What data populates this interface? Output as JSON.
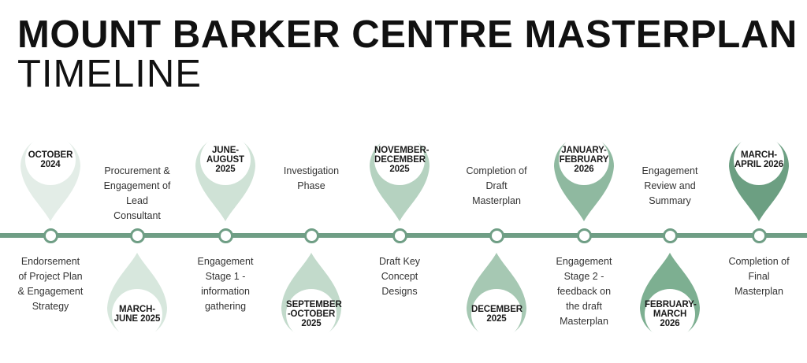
{
  "title": "MOUNT BARKER CENTRE MASTERPLAN",
  "subtitle": "TIMELINE",
  "colors": {
    "line": "#6f9e85",
    "text": "#111111"
  },
  "milestones": [
    {
      "date": "OCTOBER\n2024",
      "description": "Endorsement\nof Project Plan\n& Engagement\nStrategy",
      "color": "#e3ede7"
    },
    {
      "date": "MARCH-\nJUNE 2025",
      "description": "Procurement &\nEngagement of\nLead\nConsultant",
      "color": "#d7e7dd"
    },
    {
      "date": "JUNE-\nAUGUST\n2025",
      "description": "Engagement\nStage 1 -\ninformation\ngathering",
      "color": "#cfe2d6"
    },
    {
      "date": "SEPTEMBER\n-OCTOBER\n2025",
      "description": "Investigation\nPhase",
      "color": "#c2dacb"
    },
    {
      "date": "NOVEMBER-\nDECEMBER\n2025",
      "description": "Draft Key\nConcept\nDesigns",
      "color": "#b5d2c0"
    },
    {
      "date": "DECEMBER\n2025",
      "description": "Completion of\nDraft\nMasterplan",
      "color": "#a6c8b3"
    },
    {
      "date": "JANUARY-\nFEBRUARY\n2026",
      "description": "Engagement\nStage 2 -\nfeedback on\nthe draft\nMasterplan",
      "color": "#8fb9a0"
    },
    {
      "date": "FEBRUARY-\nMARCH\n2026",
      "description": "Engagement\nReview and\nSummary",
      "color": "#7daf91"
    },
    {
      "date": "MARCH-\nAPRIL 2026",
      "description": "Completion of\nFinal\nMasterplan",
      "color": "#6c9f82"
    }
  ]
}
